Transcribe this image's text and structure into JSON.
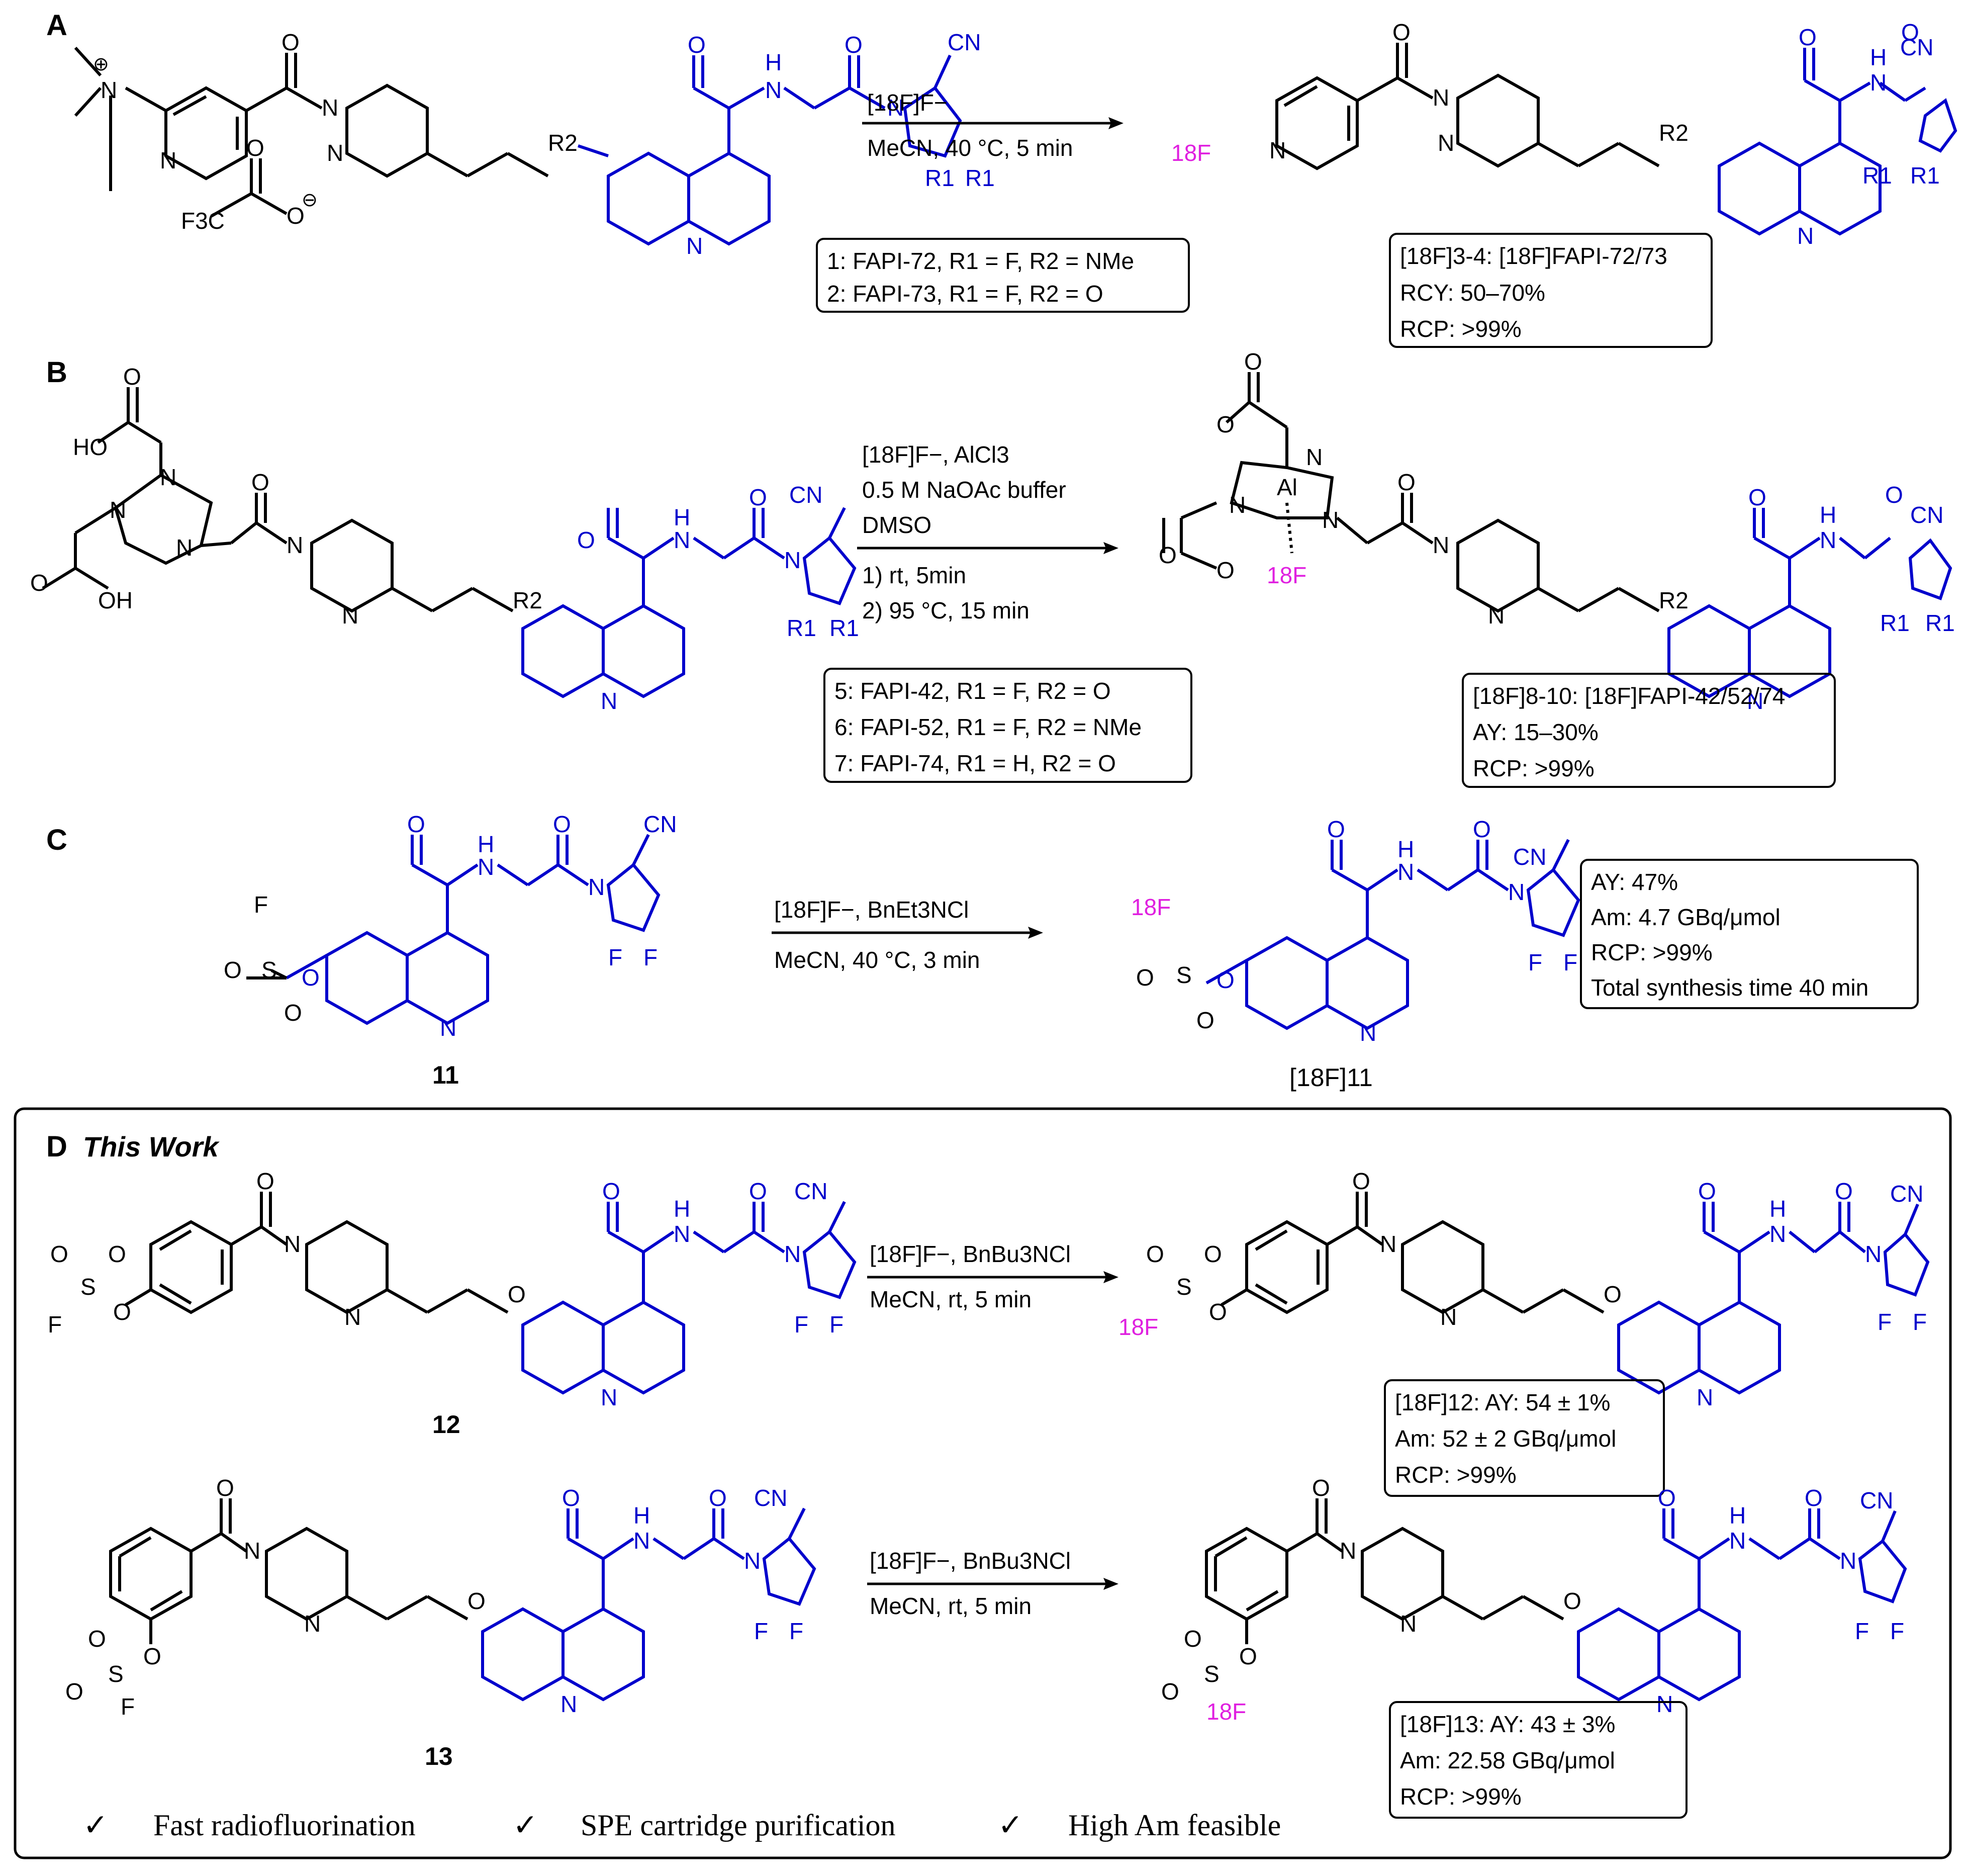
{
  "colors": {
    "black": "#000000",
    "blue": "#0000cc",
    "magenta": "#e020e0",
    "box_stroke": "#000000"
  },
  "panels": {
    "A": {
      "letter": "A",
      "reagent_line1": "[18F]F−",
      "reagent_line2": "MeCN, 40 °C, 5 min",
      "compounds": [
        "1: FAPI-72, R1 = F, R2 = NMe",
        "2: FAPI-73, R1 = F, R2 = O"
      ],
      "product_box": [
        "[18F]3-4: [18F]FAPI-72/73",
        "RCY: 50–70%",
        "RCP: >99%"
      ]
    },
    "B": {
      "letter": "B",
      "reagent_lines": [
        "[18F]F−, AlCl3",
        "0.5 M NaOAc buffer",
        "DMSO",
        "1) rt, 5min",
        "2) 95 °C, 15 min"
      ],
      "compounds": [
        "5: FAPI-42, R1 = F, R2 = O",
        "6: FAPI-52, R1 = F, R2 = NMe",
        "7: FAPI-74, R1 = H, R2 = O"
      ],
      "product_box": [
        "[18F]8-10: [18F]FAPI-42/52/74",
        "AY: 15–30%",
        "RCP: >99%"
      ]
    },
    "C": {
      "letter": "C",
      "reagent_line1": "[18F]F−, BnEt3NCl",
      "reagent_line2": "MeCN, 40 °C, 3 min",
      "reactant_label": "11",
      "product_label": "[18F]11",
      "result_box": [
        "AY: 47%",
        "Am: 4.7 GBq/μmol",
        "RCP: >99%",
        "Total synthesis time 40 min"
      ]
    },
    "D": {
      "letter": "D",
      "title": "This Work",
      "reaction1": {
        "reagent_line1": "[18F]F−, BnBu3NCl",
        "reagent_line2": "MeCN, rt, 5 min",
        "reactant_label": "12",
        "result_box": [
          "[18F]12: AY: 54 ± 1%",
          "Am: 52 ± 2 GBq/μmol",
          "RCP: >99%"
        ]
      },
      "reaction2": {
        "reagent_line1": "[18F]F−, BnBu3NCl",
        "reagent_line2": "MeCN, rt, 5 min",
        "reactant_label": "13",
        "result_box": [
          "[18F]13: AY: 43 ± 3%",
          "Am: 22.58 GBq/μmol",
          "RCP: >99%"
        ]
      },
      "checklist": [
        "Fast radiofluorination",
        "SPE cartridge purification",
        "High Am feasible"
      ],
      "check_glyph": "✓"
    }
  },
  "atom_labels": {
    "N": "N",
    "O": "O",
    "H": "H",
    "F": "F",
    "CN": "CN",
    "S": "S",
    "Al": "Al",
    "HO": "HO",
    "OH": "OH",
    "NH": "N",
    "R1": "R1",
    "R2": "R2",
    "F3C": "F3C",
    "F18": "18F",
    "plus": "⊕",
    "minus": "⊖"
  }
}
